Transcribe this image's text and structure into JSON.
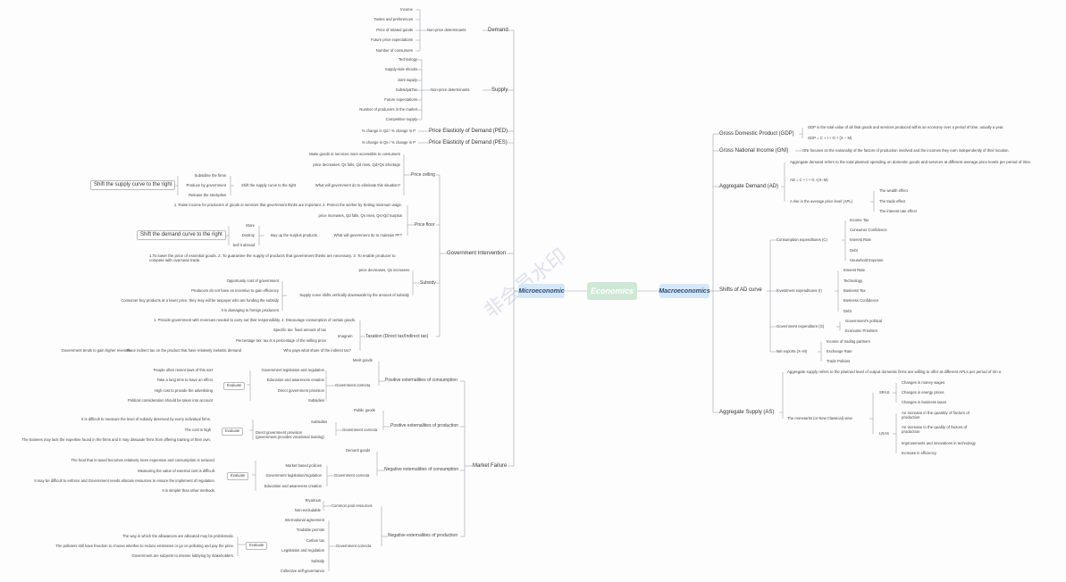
{
  "root": "Economics",
  "micro": "Microeconomic",
  "macro": "Macroeconomics",
  "watermark": "非会员水印",
  "micro_tree": {
    "demand": {
      "label": "Demand",
      "sub": "Non-price determinants",
      "items": [
        "Income",
        "Tastes and preferences",
        "Price of related goods",
        "Future price expectations",
        "Number of consumers"
      ]
    },
    "supply": {
      "label": "Supply",
      "sub": "Non-price determinants",
      "items": [
        "Technology",
        "Supply-side shocks",
        "Joint supply",
        "Subsidy&Tax",
        "Future expectations",
        "Number of producers in the market",
        "Competitive supply"
      ]
    },
    "ped": {
      "label": "Price Elasticity of Demand (PED)",
      "formula": "% change in Qd / % change in P"
    },
    "pes": {
      "label": "Price Elasticity of Demand (PES)",
      "formula": "% change in Qs / % change in P"
    },
    "gov": {
      "label": "Government Intervention",
      "ceiling": {
        "label": "Price ceiling",
        "desc1": "Make goods or services more accessible to consumers",
        "desc2": "price decreases, Qs falls, Qd rises, Qd>Qs  Shortage",
        "q": "What will government do to eliminate this situation?",
        "ans": "Shift the supply curve to the right",
        "means": [
          "Subsidise the firms",
          "Produce by government",
          "Release the stockpiles"
        ],
        "summary": "Shift the supply curve to the right"
      },
      "floor": {
        "label": "Price floor",
        "desc1": "1. Raise income for producers of goods or services that government thinks are important.  2. Protect the worker by Setting minimum wage.",
        "desc2": "price increases, Qd falls, Qs rises, Qs>Qd  Surplus",
        "q": "What will government do to maintain PF?",
        "ans": "Buy up the surplus products",
        "means": [
          "Store",
          "Destroy",
          "Sell it abroad"
        ],
        "summary": "Shift the demand curve to the right"
      },
      "subsidy": {
        "label": "Subsidy",
        "desc1": "1.To lower the price of essential goods.  2. To guarantee the supply of products that government thinks are necessary.  3. To enable producer to compete with overseas trade.",
        "desc2": "price decreases,  Qs increases",
        "effect": "Supply curve shifts vertically downwards by the amount of subsidy",
        "notes": [
          "Opportunity cost of government",
          "Producers do not have an incentive to gain efficiency",
          "Consumer buy products at a lower price, they may will be taxpayer who are funding the subsidy",
          "It is damaging to foreign producers"
        ]
      },
      "tax": {
        "label": "Taxation  (Direct tax/Indirect tax)",
        "desc1": "1. Provide government with revenues needed to carry out their responsibility.  2. Discourage consumption of certain goods.",
        "sub": "Imagram",
        "items": [
          "Specific tax: fixed amount of tax",
          "Percentage tax: tax is a percentage of the selling price"
        ],
        "q": "Who pays what share of the indirect tax?",
        "ans": "Place indirect tax on the product that have relatively inelastic demand",
        "note": "Government tends to gain higher revenue."
      }
    },
    "mf": {
      "label": "Market Failure",
      "pec": {
        "label": "Positive externalities of consumption",
        "g1": "Merit goods",
        "gc": "Government correcta",
        "gc_items": [
          "Government legislation and regulation",
          "Education and awareness creation",
          "Direct government provision",
          "Subsidies"
        ],
        "eval": "Evaluate",
        "eval_items": [
          "People often resent laws of this sort",
          "Take a long time to have an effect",
          "High cost to provide the advertising",
          "Political consideration should be taken into account"
        ]
      },
      "pep": {
        "label": "Positive externalities of production",
        "g1": "Public goods",
        "gc": "Government correcta",
        "gc_items": [
          "Subsidies",
          "Direct government provision\n(government provides vocational training)"
        ],
        "eval": "Evaluate",
        "eval_items": [
          "It is difficult to measure the level of subsidy deserved by every individual firms.",
          "The cost is high",
          "The trainees may lack the expertise found in the firms and it may dissuade firms from offering training of their own."
        ]
      },
      "nec": {
        "label": "Negative externalities of consumption",
        "g1": "Demerit goods",
        "gc": "Government correcta",
        "gc_items": [
          "Market based policies",
          "Government legislation/regulation",
          "Education and awareness creation"
        ],
        "eval": "Evaluate",
        "eval_items": [
          "The food that is taxed becomes relatively more expensive and consumption is reduced.",
          "Measuring the value of external cost is difficult.",
          "It may be difficult to enforce and Government needs allocate resources to ensure the implement of regulation.",
          "It is simpler than other methods."
        ]
      },
      "nep": {
        "label": "Negative externalities of production",
        "g1": "Common pool resources",
        "g1_items": [
          "Rivalrous",
          "Non-excludable"
        ],
        "gc": "Government correcta",
        "gc_items": [
          "International agreement",
          "Tradable permits",
          "Carbon tax",
          "Legislation and regulation",
          "Subsidy",
          "Collective self-governance"
        ],
        "eval": "Evaluate",
        "eval_items": [
          "The way in which the allowances are allocated may be problematic.",
          "The polluters still have freedom to choose whether to reduce emissions or go on polluting and pay the price.",
          "Government are subjects to intense lobbying by stakeholders."
        ]
      }
    }
  },
  "macro_tree": {
    "gdp": {
      "label": "Gross Domestic Product (GDP)",
      "def": "GDP is the total value of all final goods and services produced within an economy over a period of time, usually a year.",
      "formula": "GDP = C + I + G + (X − M)"
    },
    "gni": {
      "label": "Gross National Income (GNI)",
      "def": "GNI focuses on the nationality of the factors of production involved and the incomes they earn independently of their location."
    },
    "ad": {
      "label": "Aggregate Demand (AD)",
      "def": "Aggregate demand refers to the total planned spending on domestic goods and services at different average price levels per period of time.",
      "formula": "AD = C + I + G +(X−M)",
      "apl": "A rise in the average price level (APL)",
      "effects": [
        "The wealth effect",
        "The trade effect",
        "The interest rate effect"
      ]
    },
    "shifts": {
      "label": "Shifts of AD curve",
      "c": {
        "label": "Consumption expenditures (C)",
        "items": [
          "Income Tax",
          "Consumer Confidence",
          "Interest Rate",
          "Debt",
          "Household Expense"
        ]
      },
      "i": {
        "label": "Investment expenditures (I)",
        "items": [
          "Interest Rate",
          "Technology",
          "Business Tax",
          "Business Confidence",
          "Debt"
        ]
      },
      "g": {
        "label": "Government expenditure (G)",
        "items": [
          "Government's political",
          "Economic Priorities"
        ]
      },
      "nx": {
        "label": "Net exports (X−M)",
        "items": [
          "Income of trading partners",
          "Exchange Rate",
          "Trade Policies"
        ]
      }
    },
    "as": {
      "label": "Aggregate Supply (AS)",
      "def": "Aggregate supply refers to the planned level of output domestic firms are willing to offer at different APLs per period of tim e.",
      "view": "The monetarist (or New Classical) view",
      "sras": {
        "label": "SRAS",
        "items": [
          "Changes in money wages",
          "Changes in energy prices",
          "Changes in business taxes"
        ]
      },
      "lras": {
        "label": "LRAS",
        "items": [
          "An increase in the quantity of factors of production",
          "An increase in the quality of factors of production",
          "Improvements and innovations in technology",
          "Increase in efficiency"
        ]
      }
    }
  }
}
